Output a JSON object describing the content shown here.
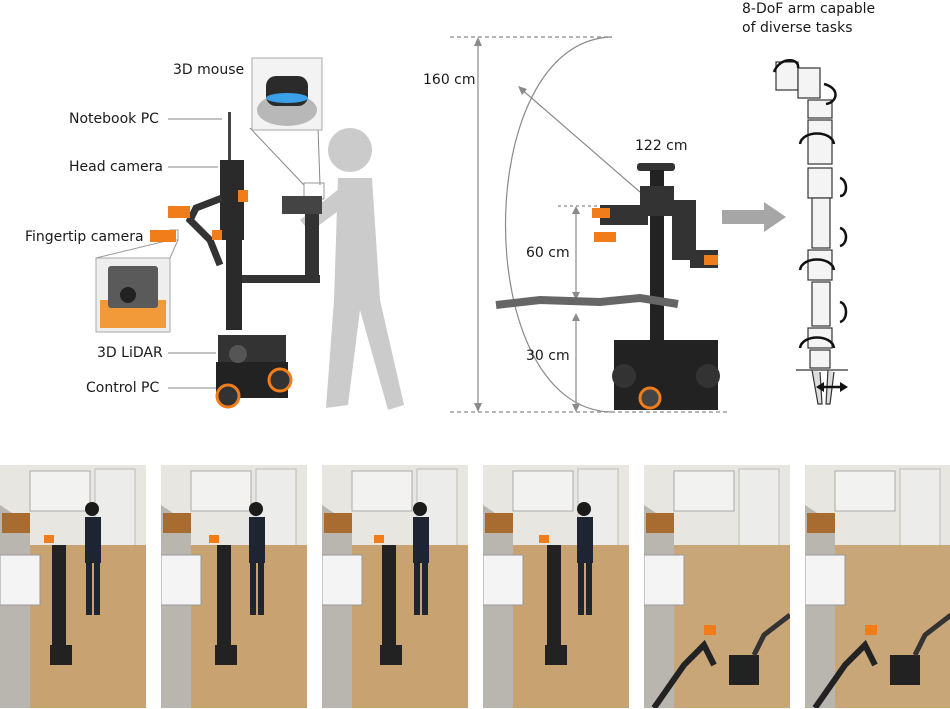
{
  "robot_labels": {
    "mouse": "3D mouse",
    "notebook": "Notebook PC",
    "head_camera": "Head camera",
    "fingertip_camera": "Fingertip camera",
    "lidar": "3D LiDAR",
    "control_pc": "Control PC"
  },
  "dimensions": {
    "total_height": "160 cm",
    "width": "122 cm",
    "torso_range": "60 cm",
    "base_height": "30 cm"
  },
  "arm_caption": {
    "line1": "8-DoF arm capable",
    "line2": "of diverse tasks"
  },
  "photo_sequence": [
    {
      "name": "frame-1"
    },
    {
      "name": "frame-2"
    },
    {
      "name": "frame-3"
    },
    {
      "name": "frame-4"
    },
    {
      "name": "frame-5"
    },
    {
      "name": "frame-6"
    }
  ],
  "colors": {
    "accent_orange": "#f07d1a",
    "robot_black": "#222222",
    "human_gray": "#c8c8c8",
    "guide_gray": "#8a8a8a"
  }
}
